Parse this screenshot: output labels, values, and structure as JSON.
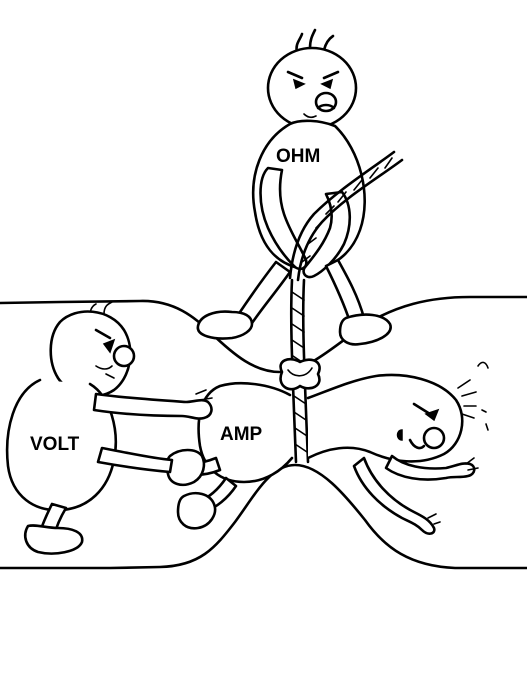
{
  "labels": {
    "ohm": "OHM",
    "volt": "VOLT",
    "amp": "AMP"
  },
  "colors": {
    "ink": "#000000",
    "paper": "#ffffff"
  }
}
